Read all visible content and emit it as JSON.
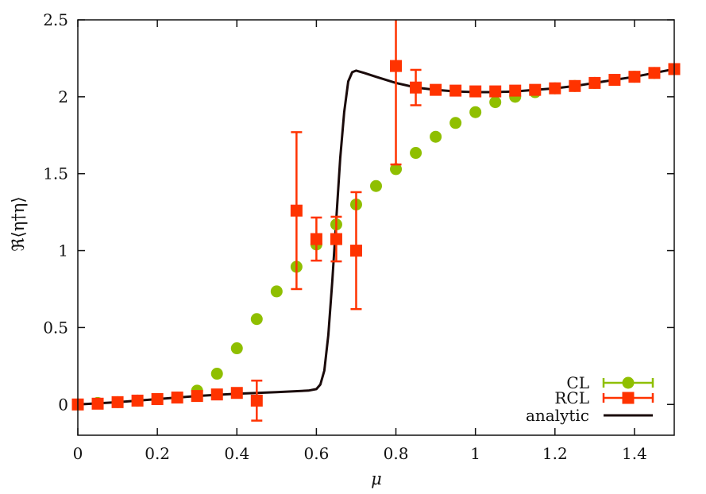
{
  "chart_data": {
    "type": "scatter",
    "title": "",
    "xlabel": "μ",
    "ylabel": "ℜ⟨η†η⟩",
    "xlim": [
      0,
      1.5
    ],
    "ylim": [
      -0.2,
      2.5
    ],
    "xticks": [
      "0",
      "0.2",
      "0.4",
      "0.6",
      "0.8",
      "1",
      "1.2",
      "1.4"
    ],
    "yticks": [
      "0",
      "0.5",
      "1",
      "1.5",
      "2",
      "2.5"
    ],
    "legend_position": "bottom-right",
    "colors": {
      "CL": "#8fbf00",
      "RCL": "#ff3300",
      "analytic": "#1a0a0a"
    },
    "series": [
      {
        "name": "CL",
        "marker": "circle",
        "points": [
          {
            "x": 0.0,
            "y": 0.0
          },
          {
            "x": 0.05,
            "y": 0.01
          },
          {
            "x": 0.1,
            "y": 0.015
          },
          {
            "x": 0.15,
            "y": 0.025
          },
          {
            "x": 0.2,
            "y": 0.035
          },
          {
            "x": 0.25,
            "y": 0.045
          },
          {
            "x": 0.3,
            "y": 0.09
          },
          {
            "x": 0.35,
            "y": 0.2
          },
          {
            "x": 0.4,
            "y": 0.365
          },
          {
            "x": 0.45,
            "y": 0.555
          },
          {
            "x": 0.5,
            "y": 0.735
          },
          {
            "x": 0.55,
            "y": 0.895
          },
          {
            "x": 0.6,
            "y": 1.04
          },
          {
            "x": 0.65,
            "y": 1.17
          },
          {
            "x": 0.7,
            "y": 1.3
          },
          {
            "x": 0.75,
            "y": 1.42
          },
          {
            "x": 0.8,
            "y": 1.53
          },
          {
            "x": 0.85,
            "y": 1.635
          },
          {
            "x": 0.9,
            "y": 1.74
          },
          {
            "x": 0.95,
            "y": 1.83
          },
          {
            "x": 1.0,
            "y": 1.9
          },
          {
            "x": 1.05,
            "y": 1.965
          },
          {
            "x": 1.1,
            "y": 2.0
          },
          {
            "x": 1.15,
            "y": 2.03
          },
          {
            "x": 1.2,
            "y": 2.055
          },
          {
            "x": 1.25,
            "y": 2.07
          },
          {
            "x": 1.3,
            "y": 2.09
          },
          {
            "x": 1.35,
            "y": 2.11
          },
          {
            "x": 1.4,
            "y": 2.13
          },
          {
            "x": 1.45,
            "y": 2.155
          },
          {
            "x": 1.5,
            "y": 2.18
          }
        ]
      },
      {
        "name": "RCL",
        "marker": "square",
        "points": [
          {
            "x": 0.0,
            "y": 0.0,
            "err": 0
          },
          {
            "x": 0.05,
            "y": 0.005,
            "err": 0
          },
          {
            "x": 0.1,
            "y": 0.015,
            "err": 0
          },
          {
            "x": 0.15,
            "y": 0.025,
            "err": 0
          },
          {
            "x": 0.2,
            "y": 0.035,
            "err": 0
          },
          {
            "x": 0.25,
            "y": 0.045,
            "err": 0
          },
          {
            "x": 0.3,
            "y": 0.055,
            "err": 0
          },
          {
            "x": 0.35,
            "y": 0.065,
            "err": 0
          },
          {
            "x": 0.4,
            "y": 0.075,
            "err": 0
          },
          {
            "x": 0.45,
            "y": 0.025,
            "err": 0.13
          },
          {
            "x": 0.55,
            "y": 1.26,
            "err": 0.51
          },
          {
            "x": 0.6,
            "y": 1.075,
            "err": 0.14
          },
          {
            "x": 0.65,
            "y": 1.075,
            "err": 0.145
          },
          {
            "x": 0.7,
            "y": 1.0,
            "err": 0.38
          },
          {
            "x": 0.8,
            "y": 2.2,
            "err": 0.64
          },
          {
            "x": 0.85,
            "y": 2.06,
            "err": 0.115
          },
          {
            "x": 0.9,
            "y": 2.045,
            "err": 0
          },
          {
            "x": 0.95,
            "y": 2.04,
            "err": 0
          },
          {
            "x": 1.0,
            "y": 2.035,
            "err": 0
          },
          {
            "x": 1.05,
            "y": 2.035,
            "err": 0
          },
          {
            "x": 1.1,
            "y": 2.04,
            "err": 0
          },
          {
            "x": 1.15,
            "y": 2.045,
            "err": 0
          },
          {
            "x": 1.2,
            "y": 2.055,
            "err": 0
          },
          {
            "x": 1.25,
            "y": 2.07,
            "err": 0
          },
          {
            "x": 1.3,
            "y": 2.09,
            "err": 0
          },
          {
            "x": 1.35,
            "y": 2.11,
            "err": 0
          },
          {
            "x": 1.4,
            "y": 2.13,
            "err": 0
          },
          {
            "x": 1.45,
            "y": 2.155,
            "err": 0
          },
          {
            "x": 1.5,
            "y": 2.18,
            "err": 0
          }
        ]
      },
      {
        "name": "analytic",
        "marker": "line",
        "points": [
          {
            "x": 0.0,
            "y": 0.0
          },
          {
            "x": 0.1,
            "y": 0.015
          },
          {
            "x": 0.2,
            "y": 0.035
          },
          {
            "x": 0.3,
            "y": 0.055
          },
          {
            "x": 0.4,
            "y": 0.07
          },
          {
            "x": 0.5,
            "y": 0.08
          },
          {
            "x": 0.58,
            "y": 0.09
          },
          {
            "x": 0.6,
            "y": 0.1
          },
          {
            "x": 0.61,
            "y": 0.13
          },
          {
            "x": 0.62,
            "y": 0.22
          },
          {
            "x": 0.63,
            "y": 0.45
          },
          {
            "x": 0.64,
            "y": 0.8
          },
          {
            "x": 0.65,
            "y": 1.2
          },
          {
            "x": 0.66,
            "y": 1.6
          },
          {
            "x": 0.67,
            "y": 1.9
          },
          {
            "x": 0.68,
            "y": 2.1
          },
          {
            "x": 0.69,
            "y": 2.16
          },
          {
            "x": 0.7,
            "y": 2.17
          },
          {
            "x": 0.72,
            "y": 2.155
          },
          {
            "x": 0.75,
            "y": 2.13
          },
          {
            "x": 0.8,
            "y": 2.09
          },
          {
            "x": 0.85,
            "y": 2.06
          },
          {
            "x": 0.9,
            "y": 2.045
          },
          {
            "x": 0.95,
            "y": 2.035
          },
          {
            "x": 1.0,
            "y": 2.03
          },
          {
            "x": 1.05,
            "y": 2.03
          },
          {
            "x": 1.1,
            "y": 2.035
          },
          {
            "x": 1.15,
            "y": 2.045
          },
          {
            "x": 1.2,
            "y": 2.055
          },
          {
            "x": 1.25,
            "y": 2.07
          },
          {
            "x": 1.3,
            "y": 2.09
          },
          {
            "x": 1.35,
            "y": 2.11
          },
          {
            "x": 1.4,
            "y": 2.13
          },
          {
            "x": 1.45,
            "y": 2.155
          },
          {
            "x": 1.5,
            "y": 2.18
          }
        ]
      }
    ]
  }
}
